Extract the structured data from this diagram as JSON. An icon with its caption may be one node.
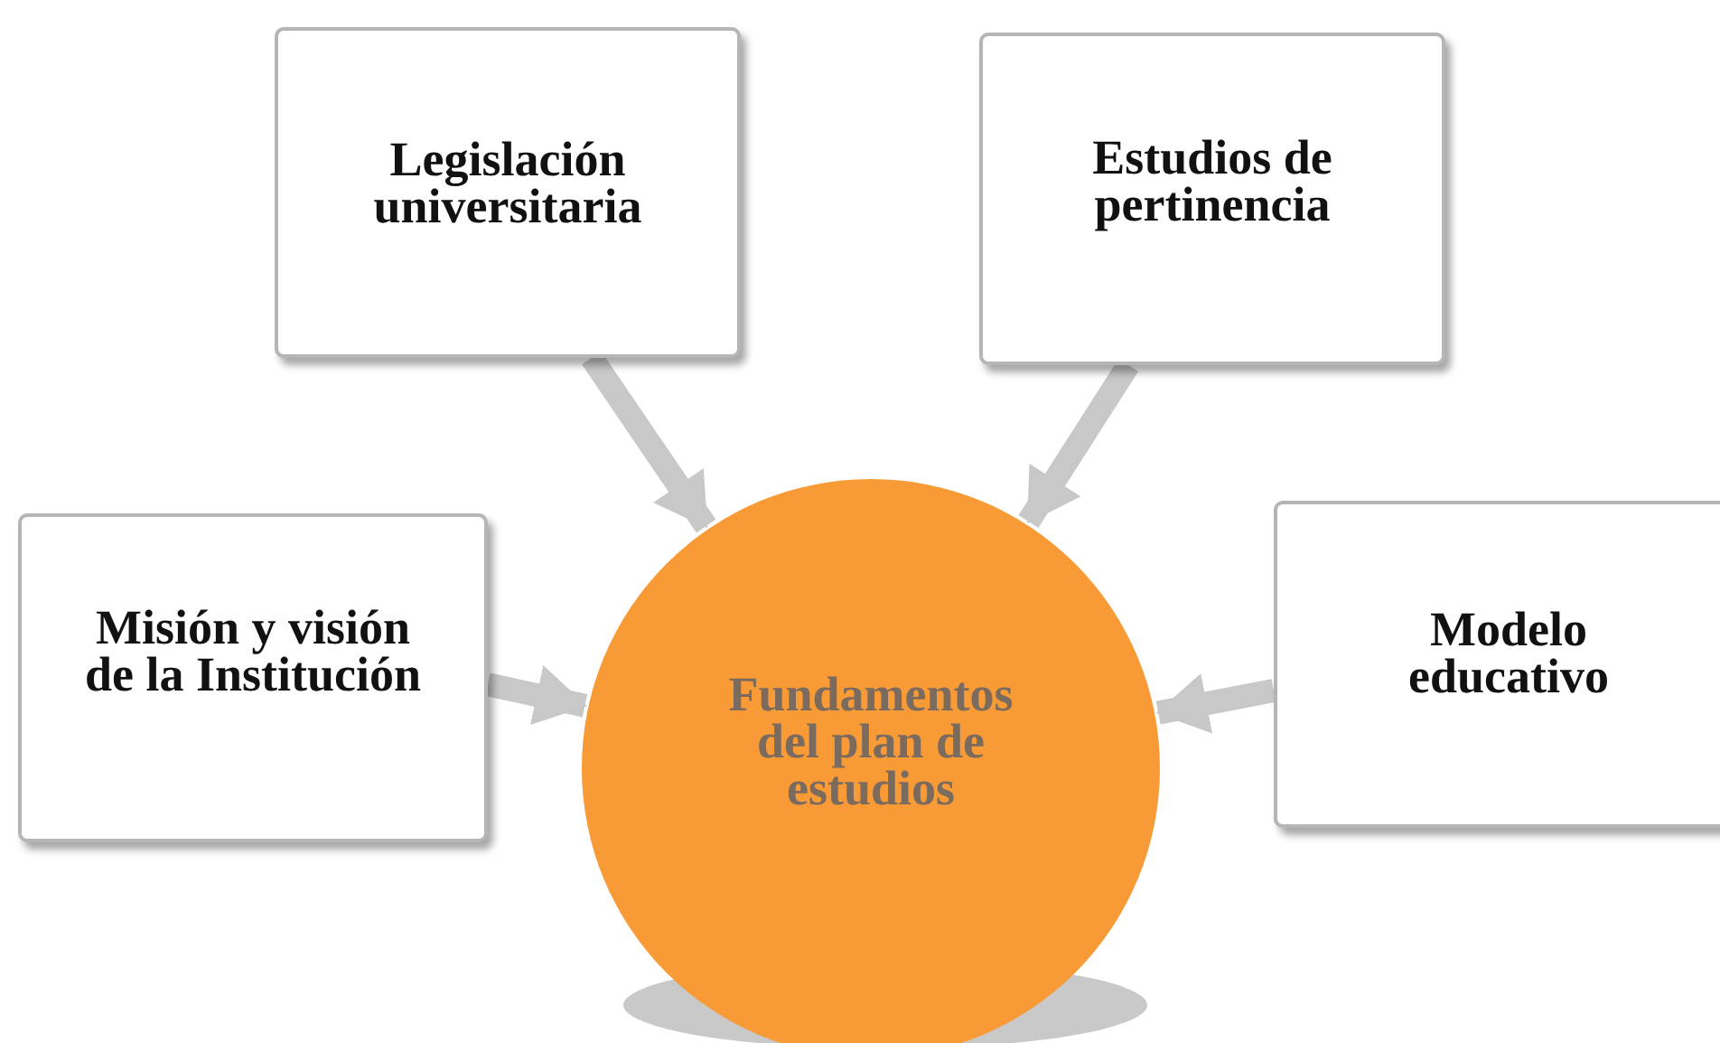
{
  "diagram": {
    "nodes": [
      {
        "text": [
          "Legislación universitaria"
        ]
      },
      {
        "text": [
          "Estudios de pertinencia"
        ]
      },
      {
        "text": [
          "Misión y visión de la Institución"
        ]
      },
      {
        "text": [
          "Modelo educativo"
        ]
      },
      {
        "text": [
          "Fundamentos del plan de estudios"
        ]
      }
    ],
    "edges": [
      {
        "from": 0,
        "to": 4,
        "arrow": "to"
      },
      {
        "from": 1,
        "to": 4,
        "arrow": "to"
      },
      {
        "from": 2,
        "to": 4,
        "arrow": "to"
      },
      {
        "from": 3,
        "to": 4,
        "arrow": "to"
      }
    ]
  }
}
